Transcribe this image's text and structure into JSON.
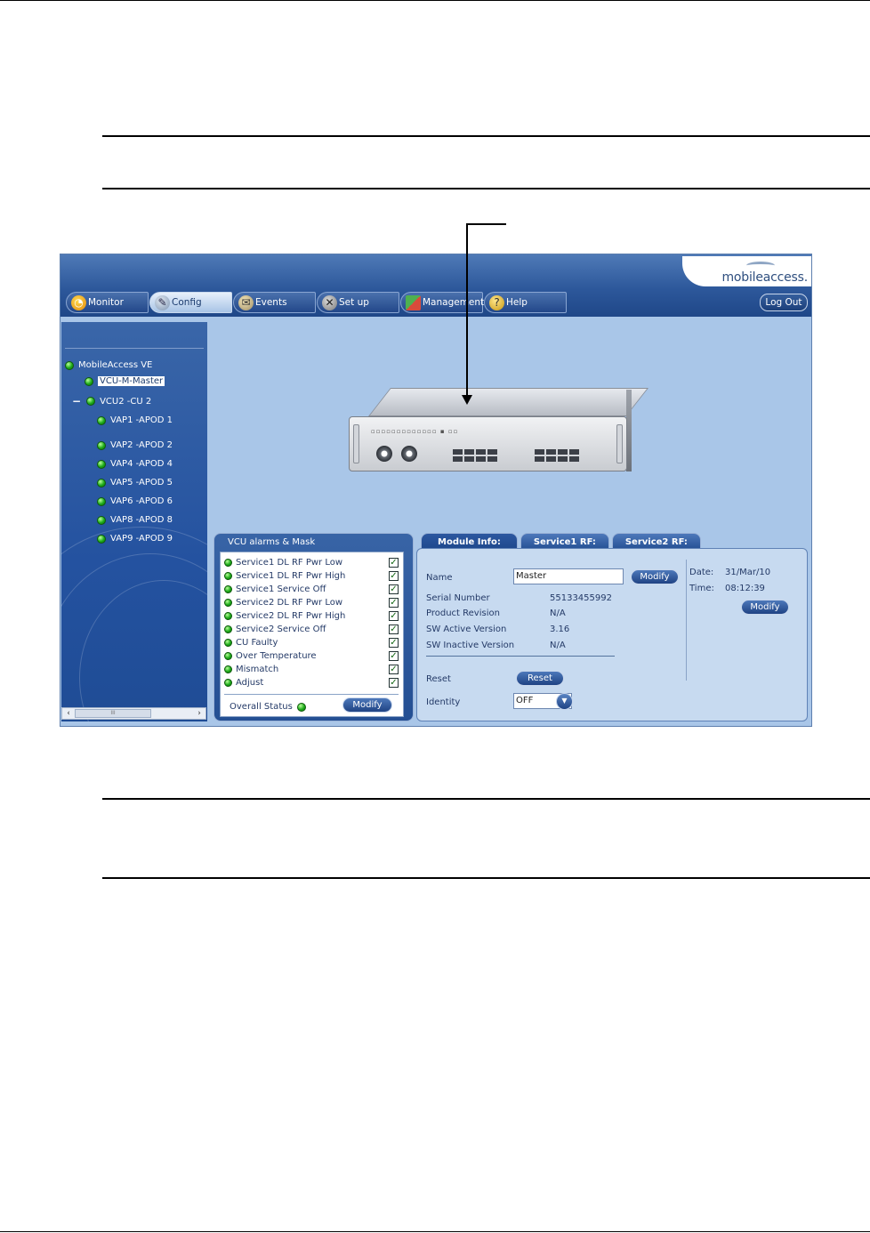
{
  "nav": {
    "tabs": [
      {
        "label": "Monitor",
        "icon": "monitor-icon"
      },
      {
        "label": "Config",
        "icon": "wrench-icon"
      },
      {
        "label": "Events",
        "icon": "events-icon"
      },
      {
        "label": "Set up",
        "icon": "tools-icon"
      },
      {
        "label": "Management",
        "icon": "management-icon"
      },
      {
        "label": "Help",
        "icon": "help-icon"
      }
    ],
    "active_tab": "Config",
    "logout_label": "Log Out"
  },
  "logo": {
    "text": "mobileaccess."
  },
  "tree": {
    "root": "MobileAccess VE",
    "items": [
      {
        "label": "VCU-M-Master"
      },
      {
        "label": "VCU2 -CU 2"
      },
      {
        "label": "VAP1 -APOD 1"
      },
      {
        "label": "VAP2 -APOD 2"
      },
      {
        "label": "VAP4 -APOD 4"
      },
      {
        "label": "VAP5 -APOD 5"
      },
      {
        "label": "VAP6 -APOD 6"
      },
      {
        "label": "VAP8 -APOD 8"
      },
      {
        "label": "VAP9 -APOD 9"
      }
    ],
    "collapse_glyph": "−",
    "scroll_thumb": "III"
  },
  "alarms": {
    "title": "VCU alarms & Mask",
    "rows": [
      {
        "label": "Service1 DL RF Pwr Low",
        "masked": true
      },
      {
        "label": "Service1 DL RF Pwr High",
        "masked": true
      },
      {
        "label": "Service1 Service Off",
        "masked": true
      },
      {
        "label": "Service2 DL RF Pwr Low",
        "masked": true
      },
      {
        "label": "Service2 DL RF Pwr High",
        "masked": true
      },
      {
        "label": "Service2 Service Off",
        "masked": true
      },
      {
        "label": "CU Faulty",
        "masked": true
      },
      {
        "label": "Over Temperature",
        "masked": true
      },
      {
        "label": "Mismatch",
        "masked": true
      },
      {
        "label": "Adjust",
        "masked": true
      }
    ],
    "overall_label": "Overall Status",
    "modify_label": "Modify"
  },
  "module": {
    "tabs": [
      "Module Info:",
      "Service1 RF:",
      "Service2 RF:"
    ],
    "name_label": "Name",
    "name_value": "Master",
    "name_modify": "Modify",
    "serial_label": "Serial Number",
    "serial_value": "55133455992",
    "revision_label": "Product Revision",
    "revision_value": "N/A",
    "sw_active_label": "SW Active Version",
    "sw_active_value": "3.16",
    "sw_inactive_label": "SW Inactive Version",
    "sw_inactive_value": "N/A",
    "reset_label": "Reset",
    "reset_button": "Reset",
    "identity_label": "Identity",
    "identity_value": "OFF",
    "date_label": "Date:",
    "date_value": "31/Mar/10",
    "time_label": "Time:",
    "time_value": "08:12:39",
    "datetime_modify": "Modify"
  },
  "colors": {
    "accent": "#2d589b",
    "led_ok": "#1dab1a"
  }
}
